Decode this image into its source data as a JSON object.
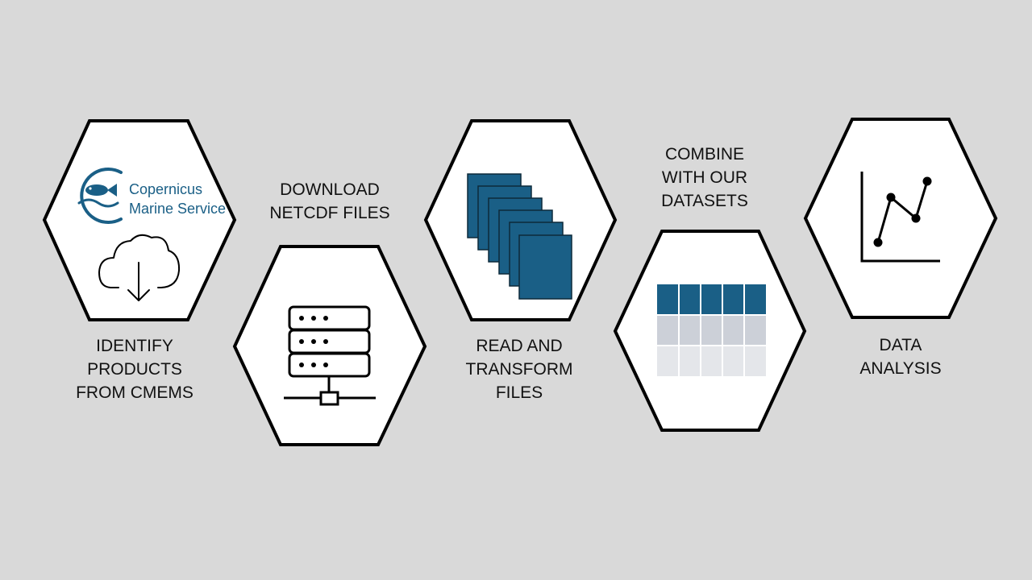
{
  "colors": {
    "background": "#d9d9d9",
    "hexagon_fill": "#ffffff",
    "hexagon_stroke": "#000000",
    "accent_blue": "#1a5f86",
    "table_mid": "#ccd0d8",
    "table_light": "#e4e6ea"
  },
  "steps": [
    {
      "label": "IDENTIFY\nPRODUCTS\nFROM CMEMS",
      "logo_text_line1": "Copernicus",
      "logo_text_line2": "Marine Service",
      "icon": "cloud-download-icon"
    },
    {
      "label": "DOWNLOAD\nNETCDF FILES",
      "icon": "server-network-icon"
    },
    {
      "label": "READ AND\nTRANSFORM\nFILES",
      "icon": "stacked-files-icon"
    },
    {
      "label": "COMBINE\nWITH OUR\nDATASETS",
      "icon": "table-icon"
    },
    {
      "label": "DATA\nANALYSIS",
      "icon": "line-chart-icon"
    }
  ]
}
